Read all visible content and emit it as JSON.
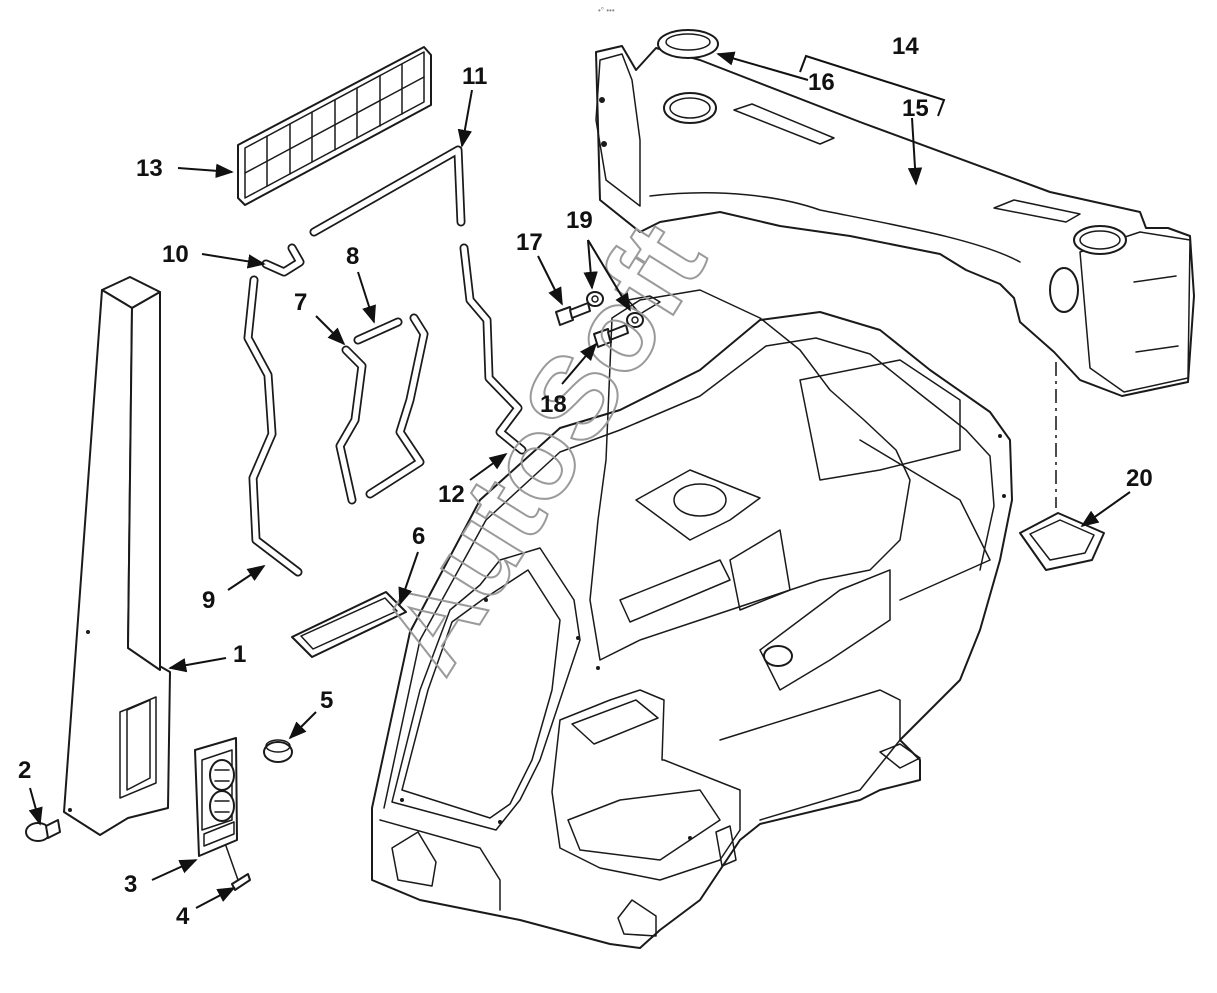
{
  "top_marker": "•° •••",
  "watermark": "AutoSoft",
  "callouts": [
    "1",
    "2",
    "3",
    "4",
    "5",
    "6",
    "7",
    "8",
    "9",
    "10",
    "11",
    "12",
    "13",
    "14",
    "15",
    "16",
    "17",
    "18",
    "19",
    "20"
  ]
}
